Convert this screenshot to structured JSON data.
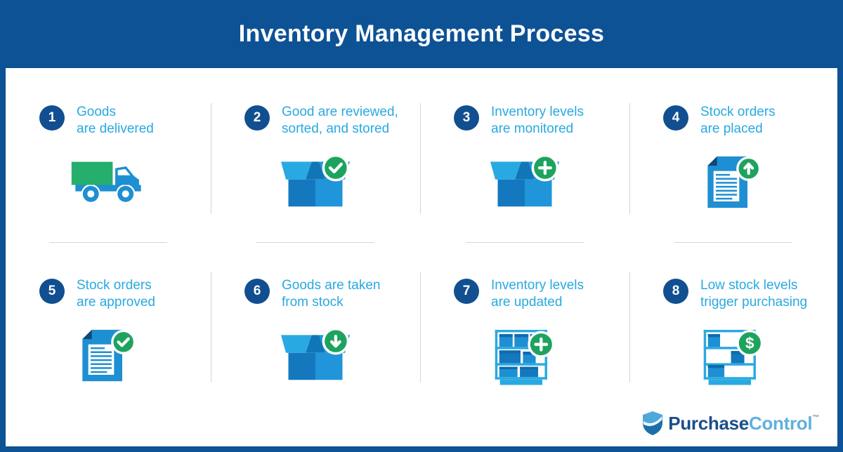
{
  "header": {
    "title": "Inventory Management Process"
  },
  "steps": [
    {
      "num": "1",
      "title": "Goods\nare delivered",
      "icon": "delivery-truck",
      "badge": "none"
    },
    {
      "num": "2",
      "title": "Good are reviewed,\nsorted, and stored",
      "icon": "open-box",
      "badge": "check"
    },
    {
      "num": "3",
      "title": "Inventory levels\nare monitored",
      "icon": "open-box",
      "badge": "plus"
    },
    {
      "num": "4",
      "title": "Stock orders\nare placed",
      "icon": "order-document",
      "badge": "arrow-up"
    },
    {
      "num": "5",
      "title": "Stock orders\nare approved",
      "icon": "order-document",
      "badge": "check"
    },
    {
      "num": "6",
      "title": "Goods are taken\nfrom stock",
      "icon": "open-box",
      "badge": "arrow-down"
    },
    {
      "num": "7",
      "title": "Inventory levels\nare updated",
      "icon": "stocked-shelf",
      "badge": "plus"
    },
    {
      "num": "8",
      "title": "Low stock levels\ntrigger purchasing",
      "icon": "low-stock-shelf",
      "badge": "dollar"
    }
  ],
  "icons": {
    "dollar_glyph": "$"
  },
  "logo": {
    "name_part1": "Purchase",
    "name_part2": "Control",
    "tm": "™"
  },
  "colors": {
    "banner": "#0D5295",
    "step_circle": "#114F90",
    "step_text": "#29A9E1",
    "icon_blue_light": "#29A9E1",
    "icon_blue_mid": "#1E8FD2",
    "icon_blue_dark": "#1478BE",
    "badge_green": "#1EA35F",
    "truck_green": "#26AE6C",
    "divider": "#D6D6D6",
    "logo_navy": "#1B4E8A",
    "logo_light": "#5FB0E0"
  }
}
